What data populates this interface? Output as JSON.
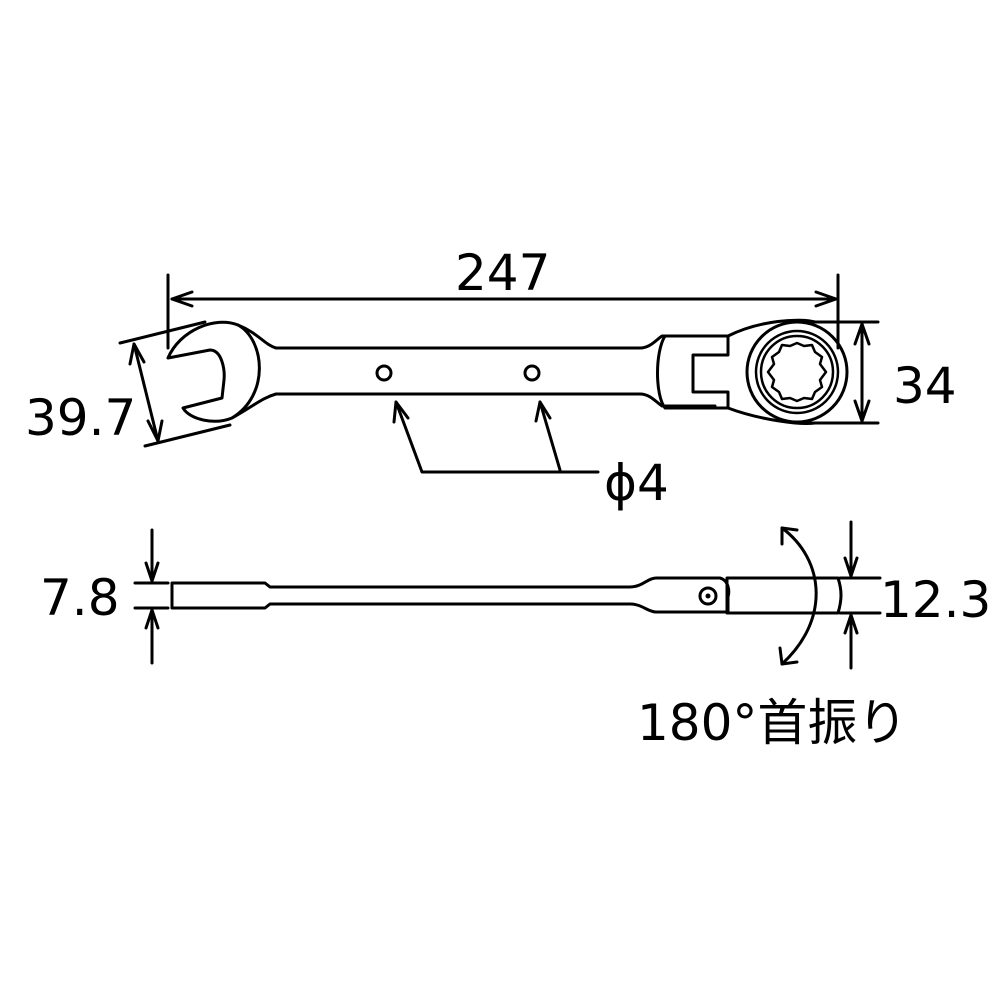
{
  "top_view": {
    "overall_length": "247",
    "open_end_width": "39.7",
    "ring_end_width": "34",
    "hole_diameter": "ϕ4"
  },
  "side_view": {
    "open_end_thickness": "7.8",
    "ring_end_thickness": "12.3",
    "flex_note": "180°首振り"
  },
  "colors": {
    "line": "#000000",
    "background": "#ffffff"
  }
}
